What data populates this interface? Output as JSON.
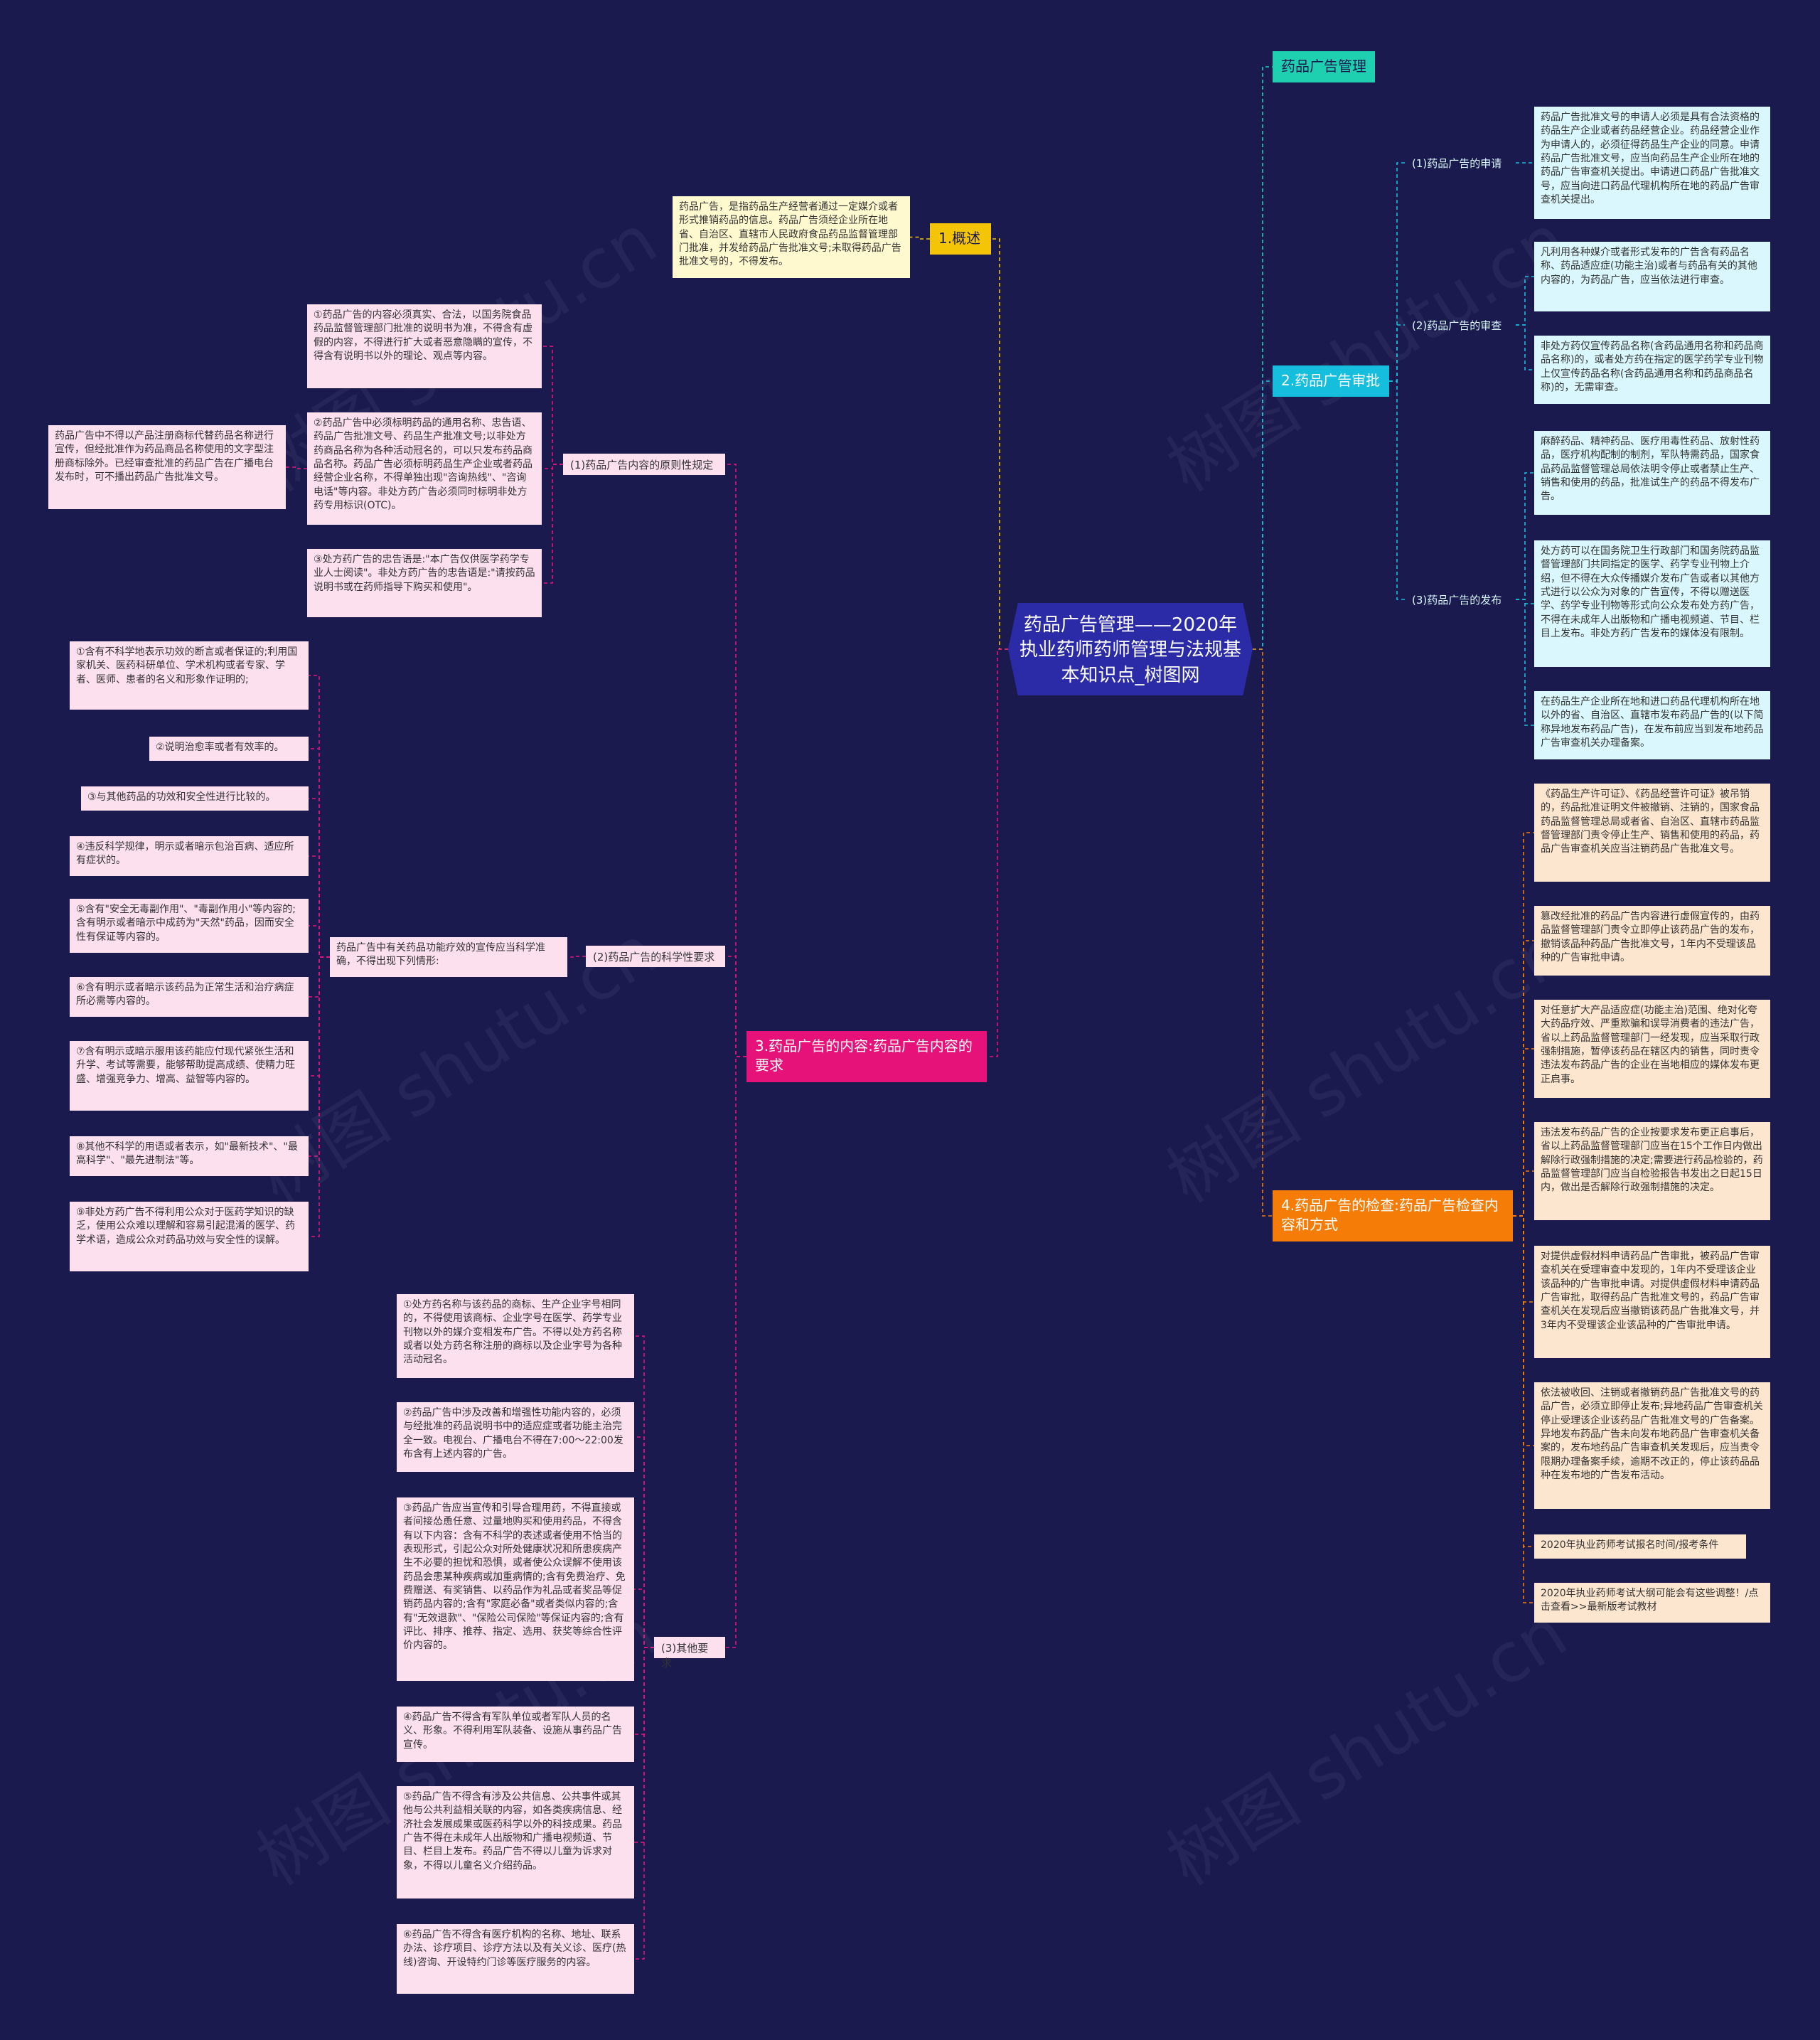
{
  "colors": {
    "background": "#1b1a4f",
    "root": "#2b2ba7",
    "branch_teal": "#1ecfb0",
    "branch_yellow": "#f4c406",
    "branch_cyan": "#14bedc",
    "branch_pink": "#e6127a",
    "branch_orange": "#f47c07",
    "leaf_yellow": "#fff9cf",
    "leaf_cyan": "#d9f7fc",
    "leaf_pink": "#fde0ee",
    "leaf_orange": "#fde6cf"
  },
  "root": "药品广告管理——2020年执业药师药师管理与法规基本知识点_树图网",
  "watermark": "树图 shutu.cn",
  "branches": {
    "b0": {
      "label": "药品广告管理"
    },
    "b1": {
      "label": "1.概述",
      "leaf": "药品广告，是指药品生产经营者通过一定媒介或者形式推销药品的信息。药品广告须经企业所在地省、自治区、直辖市人民政府食品药品监督管理部门批准，并发给药品广告批准文号;未取得药品广告批准文号的，不得发布。"
    },
    "b2": {
      "label": "2.药品广告审批",
      "s1": {
        "label": "(1)药品广告的申请",
        "leaves": [
          "药品广告批准文号的申请人必须是具有合法资格的药品生产企业或者药品经营企业。药品经营企业作为申请人的，必须征得药品生产企业的同意。申请药品广告批准文号，应当向药品生产企业所在地的药品广告审查机关提出。申请进口药品广告批准文号，应当向进口药品代理机构所在地的药品广告审查机关提出。"
        ]
      },
      "s2": {
        "label": "(2)药品广告的审查",
        "leaves": [
          "凡利用各种媒介或者形式发布的广告含有药品名称、药品适应症(功能主治)或者与药品有关的其他内容的，为药品广告，应当依法进行审查。",
          "非处方药仅宣传药品名称(含药品通用名称和药品商品名称)的，或者处方药在指定的医学药学专业刊物上仅宣传药品名称(含药品通用名称和药品商品名称)的，无需审查。"
        ]
      },
      "s3": {
        "label": "(3)药品广告的发布",
        "leaves": [
          "麻醉药品、精神药品、医疗用毒性药品、放射性药品，医疗机构配制的制剂，军队特需药品，国家食品药品监督管理总局依法明令停止或者禁止生产、销售和使用的药品，批准试生产的药品不得发布广告。",
          "处方药可以在国务院卫生行政部门和国务院药品监督管理部门共同指定的医学、药学专业刊物上介绍，但不得在大众传播媒介发布广告或者以其他方式进行以公众为对象的广告宣传，不得以赠送医学、药学专业刊物等形式向公众发布处方药广告，不得在未成年人出版物和广播电视频道、节目、栏目上发布。非处方药广告发布的媒体没有限制。",
          "在药品生产企业所在地和进口药品代理机构所在地以外的省、自治区、直辖市发布药品广告的(以下简称异地发布药品广告)，在发布前应当到发布地药品广告审查机关办理备案。"
        ]
      }
    },
    "b3": {
      "label": "3.药品广告的内容:药品广告内容的要求",
      "s1": {
        "label": "(1)药品广告内容的原则性规定",
        "leaves": [
          "①药品广告的内容必须真实、合法，以国务院食品药品监督管理部门批准的说明书为准，不得含有虚假的内容，不得进行扩大或者恶意隐瞒的宣传，不得含有说明书以外的理论、观点等内容。",
          "②药品广告中必须标明药品的通用名称、忠告语、药品广告批准文号、药品生产批准文号;以非处方药商品名称为各种活动冠名的，可以只发布药品商品名称。药品广告必须标明药品生产企业或者药品经营企业名称，不得单独出现\"咨询热线\"、\"咨询电话\"等内容。非处方药广告必须同时标明非处方药专用标识(OTC)。",
          "③处方药广告的忠告语是:\"本广告仅供医学药学专业人士阅读\"。非处方药广告的忠告语是:\"请按药品说明书或在药师指导下购买和使用\"。"
        ],
        "side_note": "药品广告中不得以产品注册商标代替药品名称进行宣传，但经批准作为药品商品名称使用的文字型注册商标除外。已经审查批准的药品广告在广播电台发布时，可不播出药品广告批准文号。"
      },
      "s2": {
        "label": "(2)药品广告的科学性要求",
        "mid": "药品广告中有关药品功能疗效的宣传应当科学准确，不得出现下列情形:",
        "leaves": [
          "①含有不科学地表示功效的断言或者保证的;利用国家机关、医药科研单位、学术机构或者专家、学者、医师、患者的名义和形象作证明的;",
          "②说明治愈率或者有效率的。",
          "③与其他药品的功效和安全性进行比较的。",
          "④违反科学规律，明示或者暗示包治百病、适应所有症状的。",
          "⑤含有\"安全无毒副作用\"、\"毒副作用小\"等内容的;含有明示或者暗示中成药为\"天然\"药品，因而安全性有保证等内容的。",
          "⑥含有明示或者暗示该药品为正常生活和治疗病症所必需等内容的。",
          "⑦含有明示或暗示服用该药能应付现代紧张生活和升学、考试等需要，能够帮助提高成绩、使精力旺盛、增强竞争力、增高、益智等内容的。",
          "⑧其他不科学的用语或者表示，如\"最新技术\"、\"最高科学\"、\"最先进制法\"等。",
          "⑨非处方药广告不得利用公众对于医药学知识的缺乏，使用公众难以理解和容易引起混淆的医学、药学术语，造成公众对药品功效与安全性的误解。"
        ]
      },
      "s3": {
        "label": "(3)其他要求",
        "leaves": [
          "①处方药名称与该药品的商标、生产企业字号相同的，不得使用该商标、企业字号在医学、药学专业刊物以外的媒介变相发布广告。不得以处方药名称或者以处方药名称注册的商标以及企业字号为各种活动冠名。",
          "②药品广告中涉及改善和增强性功能内容的，必须与经批准的药品说明书中的适应症或者功能主治完全一致。电视台、广播电台不得在7:00～22:00发布含有上述内容的广告。",
          "③药品广告应当宣传和引导合理用药，不得直接或者间接怂恿任意、过量地购买和使用药品，不得含有以下内容：含有不科学的表述或者使用不恰当的表现形式，引起公众对所处健康状况和所患疾病产生不必要的担忧和恐惧，或者使公众误解不使用该药品会患某种疾病或加重病情的;含有免费治疗、免费赠送、有奖销售、以药品作为礼品或者奖品等促销药品内容的;含有\"家庭必备\"或者类似内容的;含有\"无效退款\"、\"保险公司保险\"等保证内容的;含有评比、排序、推荐、指定、选用、获奖等综合性评价内容的。",
          "④药品广告不得含有军队单位或者军队人员的名义、形象。不得利用军队装备、设施从事药品广告宣传。",
          "⑤药品广告不得含有涉及公共信息、公共事件或其他与公共利益相关联的内容，如各类疾病信息、经济社会发展成果或医药科学以外的科技成果。药品广告不得在未成年人出版物和广播电视频道、节目、栏目上发布。药品广告不得以儿童为诉求对象，不得以儿童名义介绍药品。",
          "⑥药品广告不得含有医疗机构的名称、地址、联系办法、诊疗项目、诊疗方法以及有关义诊、医疗(热线)咨询、开设特约门诊等医疗服务的内容。"
        ]
      }
    },
    "b4": {
      "label": "4.药品广告的检查:药品广告检查内容和方式",
      "leaves": [
        "《药品生产许可证》、《药品经营许可证》被吊销的，药品批准证明文件被撤销、注销的，国家食品药品监督管理总局或者省、自治区、直辖市药品监督管理部门责令停止生产、销售和使用的药品，药品广告审查机关应当注销药品广告批准文号。",
        "篡改经批准的药品广告内容进行虚假宣传的，由药品监督管理部门责令立即停止该药品广告的发布，撤销该品种药品广告批准文号，1年内不受理该品种的广告审批申请。",
        "对任意扩大产品适应症(功能主治)范围、绝对化夸大药品疗效、严重欺骗和误导消费者的违法广告，省以上药品监督管理部门一经发现，应当采取行政强制措施，暂停该药品在辖区内的销售，同时责令违法发布药品广告的企业在当地相应的媒体发布更正启事。",
        "违法发布药品广告的企业按要求发布更正启事后，省以上药品监督管理部门应当在15个工作日内做出解除行政强制措施的决定;需要进行药品检验的，药品监督管理部门应当自检验报告书发出之日起15日内，做出是否解除行政强制措施的决定。",
        "对提供虚假材料申请药品广告审批，被药品广告审查机关在受理审查中发现的，1年内不受理该企业该品种的广告审批申请。对提供虚假材料申请药品广告审批，取得药品广告批准文号的，药品广告审查机关在发现后应当撤销该药品广告批准文号，并3年内不受理该企业该品种的广告审批申请。",
        "依法被收回、注销或者撤销药品广告批准文号的药品广告，必须立即停止发布;异地药品广告审查机关停止受理该企业该药品广告批准文号的广告备案。异地发布药品广告未向发布地药品广告审查机关备案的，发布地药品广告审查机关发现后，应当责令限期办理备案手续，逾期不改正的，停止该药品品种在发布地的广告发布活动。",
        "2020年执业药师考试报名时间/报考条件",
        "2020年执业药师考试大纲可能会有这些调整！/点击查看>>最新版考试教材"
      ]
    }
  }
}
